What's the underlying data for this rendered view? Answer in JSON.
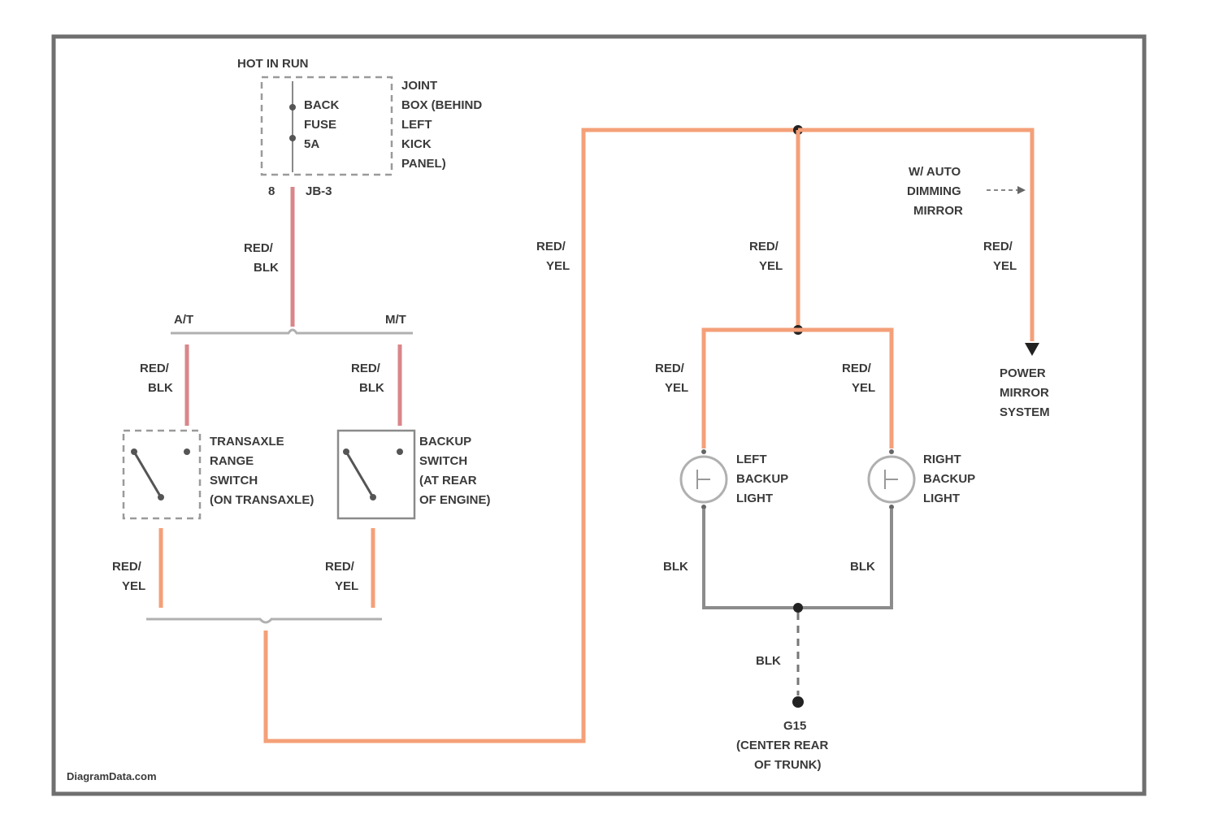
{
  "colors": {
    "border": "#6f6f6f",
    "wire_red_blk": "#d9868a",
    "wire_red_yel": "#f4a079",
    "wire_blk": "#8c8c8c"
  },
  "fuse_block": {
    "top_label": "HOT IN RUN",
    "fuse_text": [
      "BACK",
      "FUSE",
      "5A"
    ],
    "location_text": [
      "JOINT",
      "BOX (BEHIND",
      "LEFT",
      "KICK",
      "PANEL)"
    ],
    "pin_left": "8",
    "pin_right": "JB-3"
  },
  "branch": {
    "at_label": "A/T",
    "mt_label": "M/T"
  },
  "wires": {
    "red_blk": [
      "RED/",
      "BLK"
    ],
    "red_yel": [
      "RED/",
      "YEL"
    ],
    "blk": "BLK"
  },
  "components": {
    "transaxle_switch": [
      "TRANSAXLE",
      "RANGE",
      "SWITCH",
      "(ON TRANSAXLE)"
    ],
    "backup_switch": [
      "BACKUP",
      "SWITCH",
      "(AT REAR",
      "OF ENGINE)"
    ],
    "auto_dim": [
      "W/ AUTO",
      "DIMMING",
      "MIRROR"
    ],
    "power_mirror": [
      "POWER",
      "MIRROR",
      "SYSTEM"
    ],
    "left_light": [
      "LEFT",
      "BACKUP",
      "LIGHT"
    ],
    "right_light": [
      "RIGHT",
      "BACKUP",
      "LIGHT"
    ],
    "ground": [
      "G15",
      "(CENTER REAR",
      "OF TRUNK)"
    ]
  },
  "watermark": "DiagramData.com"
}
